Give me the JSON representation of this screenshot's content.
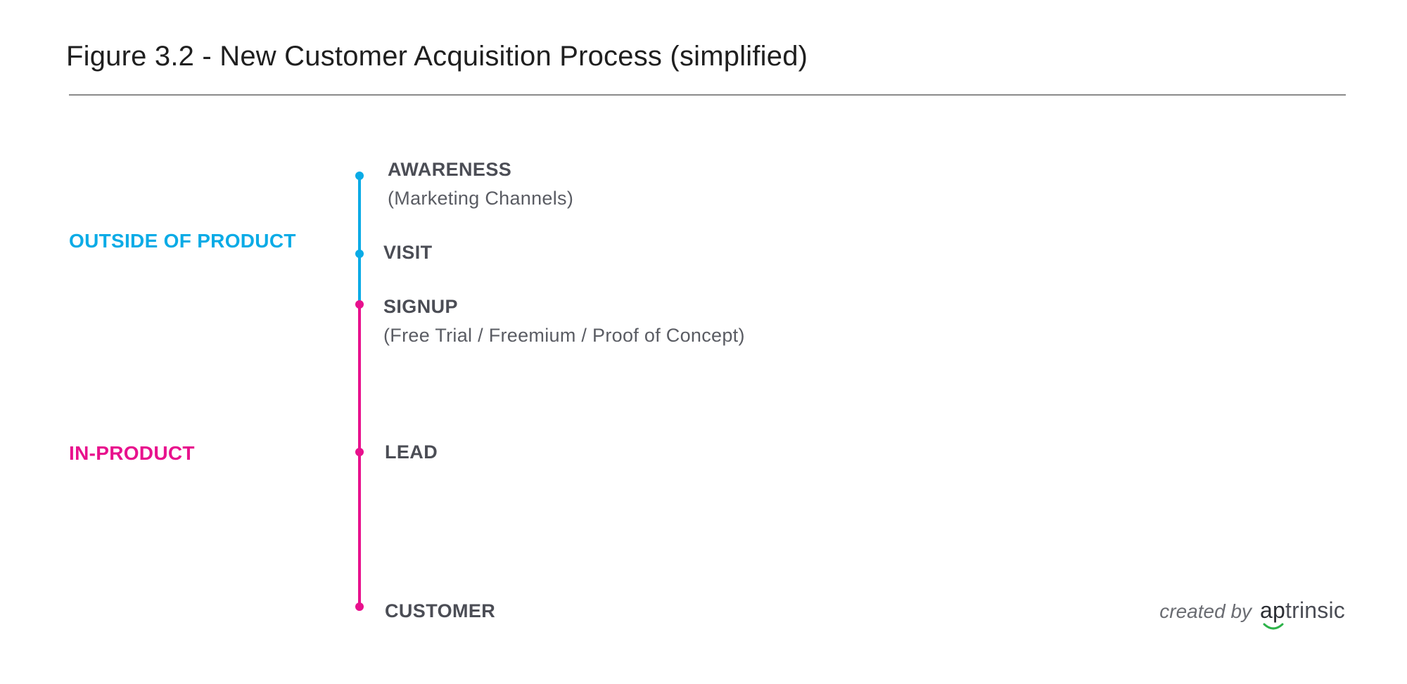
{
  "title": "Figure 3.2 - New Customer Acquisition Process (simplified)",
  "colors": {
    "outside": "#0aabe6",
    "in_product": "#e8118d",
    "step_text": "#4b4d55",
    "brand_accent": "#2db34a"
  },
  "phases": [
    {
      "label": "OUTSIDE OF PRODUCT"
    },
    {
      "label": "IN-PRODUCT"
    }
  ],
  "steps": [
    {
      "name": "AWARENESS",
      "detail": "(Marketing Channels)",
      "phase": "outside"
    },
    {
      "name": "VISIT",
      "phase": "outside"
    },
    {
      "name": "SIGNUP",
      "detail": "(Free Trial / Freemium / Proof of Concept)",
      "phase": "in_product"
    },
    {
      "name": "LEAD",
      "phase": "in_product"
    },
    {
      "name": "CUSTOMER",
      "phase": "in_product"
    }
  ],
  "credit": {
    "prefix": "created by",
    "brand_part1": "ap",
    "brand_part2": "trinsic"
  }
}
